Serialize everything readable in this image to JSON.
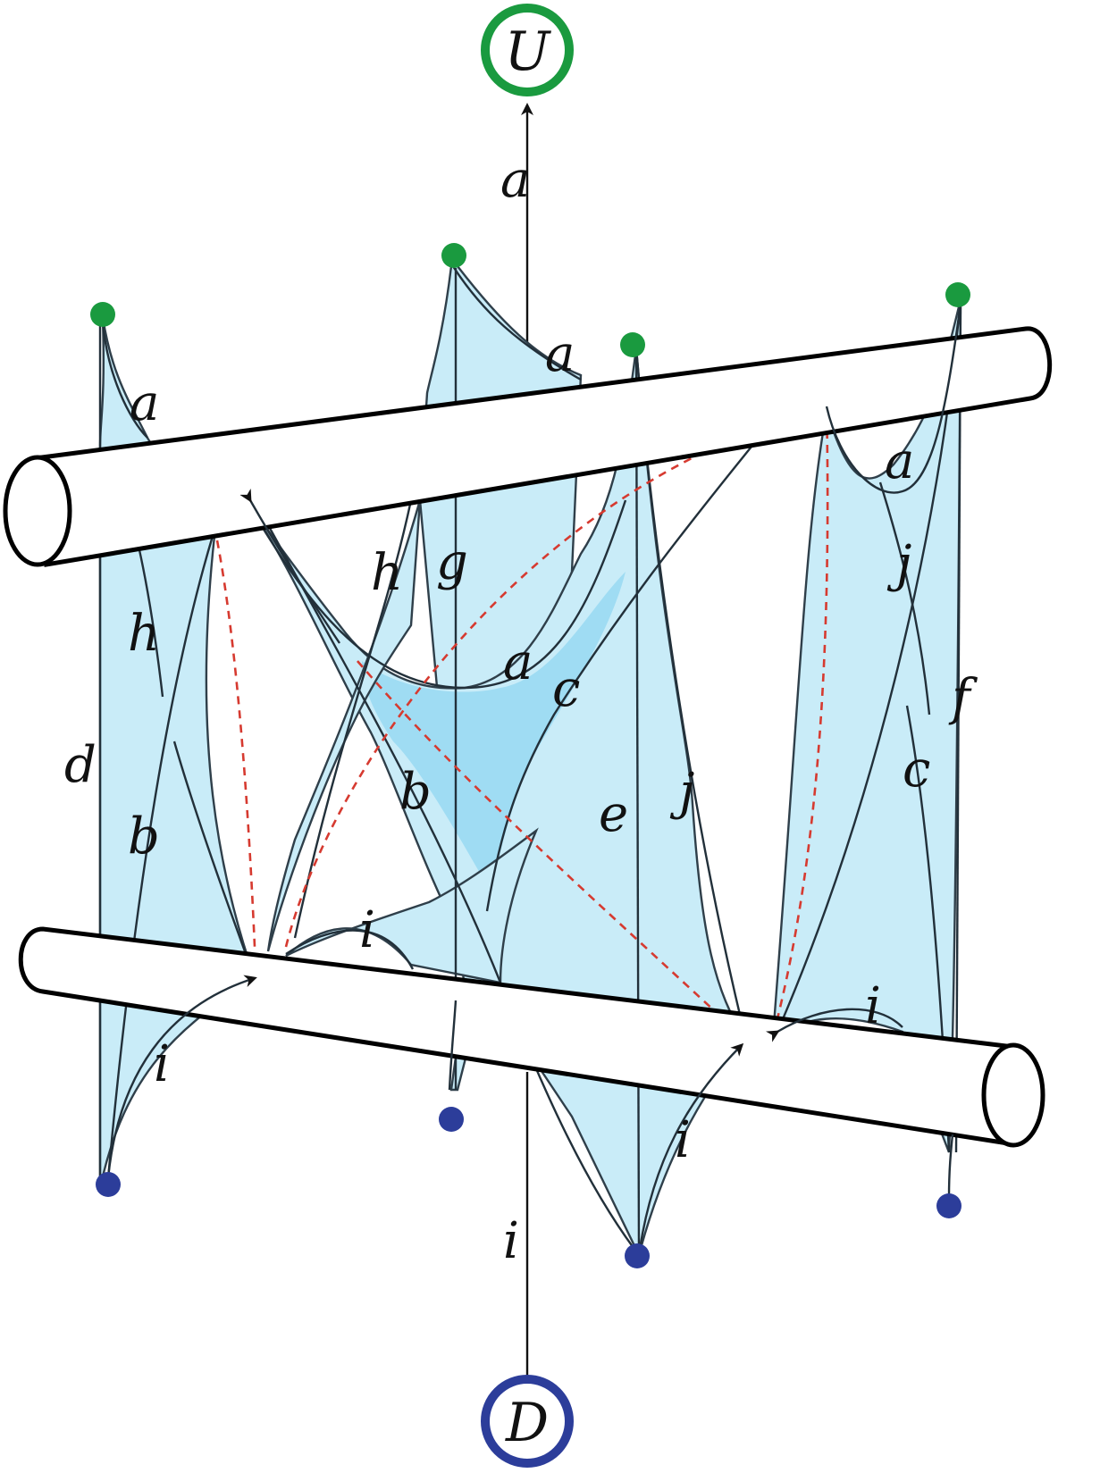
{
  "nodes": {
    "top": {
      "text": "U",
      "color": "#1a9a3f"
    },
    "bottom": {
      "text": "D",
      "color": "#2c3d9a"
    }
  },
  "point_colors": {
    "upper": "#1a9a3f",
    "lower": "#2c3d9a"
  },
  "sheet_color": "#c9ecf8",
  "dashed_color": "#d63a30",
  "labels": {
    "axis_top": "a",
    "axis_bottom": "i",
    "left_a": "a",
    "back_a": "a",
    "right_a": "a",
    "center_a": "a",
    "center_c": "c",
    "left_h": "h",
    "center_h": "h",
    "center_g": "g",
    "left_d": "d",
    "left_b": "b",
    "center_b": "b",
    "center_e": "e",
    "center_j": "j",
    "right_j": "j",
    "right_f": "f",
    "right_c": "c",
    "bottom_i_left": "i",
    "bottom_i_center": "i",
    "bottom_i_right": "i",
    "bottom_i_lower": "i"
  }
}
